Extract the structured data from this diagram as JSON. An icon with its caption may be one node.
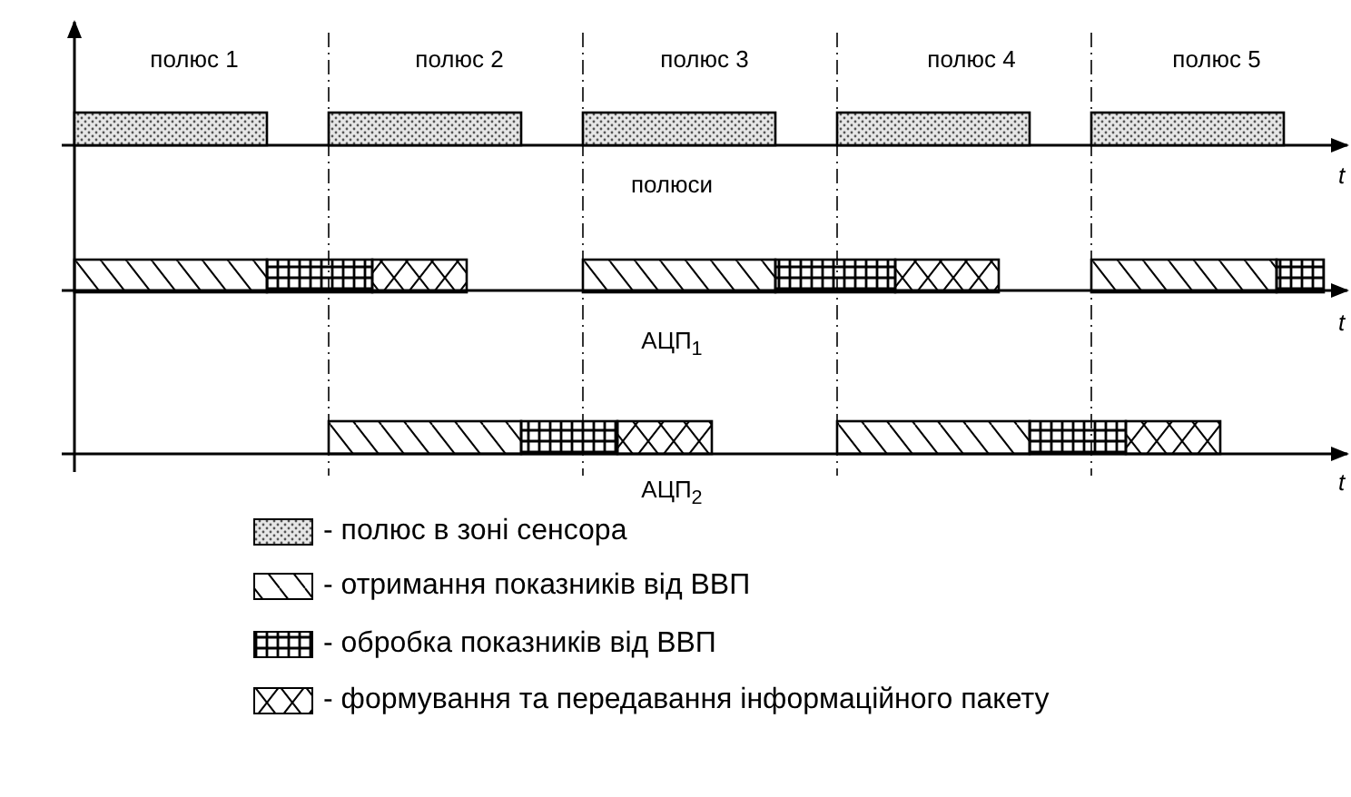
{
  "diagram": {
    "labels": [
      "полюс 1",
      "полюс 2",
      "полюс 3",
      "полюс 4",
      "полюс 5",
      "полюси",
      "t",
      "АЦП$_{1}$",
      "t",
      "АЦП$_{2}$",
      "t"
    ],
    "legend": [
      {
        "text": "- полюс в зоні сенсора"
      },
      {
        "text": "- отримання показників від ВВП"
      },
      {
        "text": "- обробка показників від ВВП"
      },
      {
        "text": "- формування та передавання інформаційного пакету"
      }
    ]
  }
}
